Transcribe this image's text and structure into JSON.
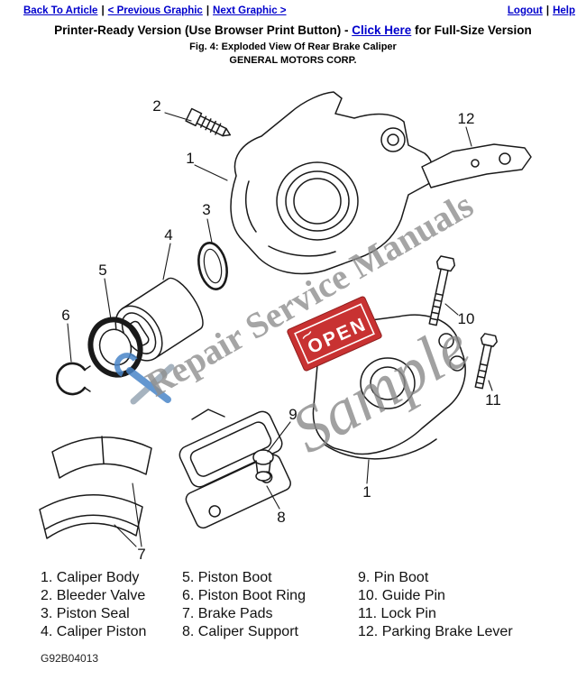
{
  "nav": {
    "back_to_article": "Back To Article",
    "previous_graphic": "< Previous Graphic",
    "next_graphic": "Next Graphic >",
    "logout": "Logout",
    "help": "Help",
    "separator": "|"
  },
  "header": {
    "printer_ready_prefix": "Printer-Ready Version (Use Browser Print Button) - ",
    "click_here_label": "Click Here",
    "printer_ready_suffix": " for Full-Size Version",
    "figure_title": "Fig. 4: Exploded View Of Rear Brake Caliper",
    "company": "GENERAL MOTORS CORP."
  },
  "diagram": {
    "watermark_line": "Repair Service Manuals",
    "watermark_sample": "Sample",
    "open_sign_label": "OPEN",
    "callouts": [
      "1",
      "2",
      "3",
      "4",
      "5",
      "6",
      "7",
      "8",
      "9",
      "10",
      "11",
      "12"
    ]
  },
  "legend": {
    "columns": [
      {
        "items": [
          "1. Caliper Body",
          "2. Bleeder Valve",
          "3. Piston Seal",
          "4. Caliper Piston"
        ]
      },
      {
        "items": [
          "5. Piston Boot",
          "6. Piston Boot Ring",
          "7. Brake Pads",
          "8. Caliper Support"
        ]
      },
      {
        "items": [
          "9. Pin Boot",
          "10. Guide Pin",
          "11. Lock Pin",
          "12. Parking Brake Lever"
        ]
      }
    ]
  },
  "footer": {
    "figure_code": "G92B04013"
  },
  "colors": {
    "link_blue": "#0000cc",
    "watermark_gray": "#8f8f8f",
    "open_sign_red": "#c83232"
  }
}
